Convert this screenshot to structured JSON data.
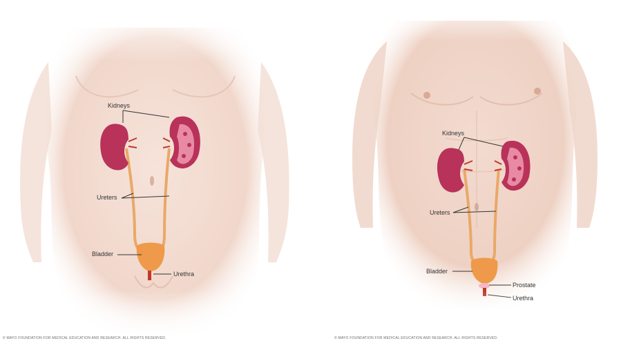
{
  "female": {
    "labels": {
      "kidneys": "Kidneys",
      "ureters": "Ureters",
      "bladder": "Bladder",
      "urethra": "Urethra"
    },
    "credit": "© MAYO FOUNDATION FOR MEDICAL EDUCATION AND RESEARCH. ALL RIGHTS RESERVED."
  },
  "male": {
    "labels": {
      "kidneys": "Kidneys",
      "ureters": "Ureters",
      "bladder": "Bladder",
      "prostate": "Prostate",
      "urethra": "Urethra"
    },
    "credit": "© MAYO FOUNDATION FOR MEDICAL EDUCATION AND RESEARCH. ALL RIGHTS RESERVED."
  },
  "colors": {
    "skin": "#f3ddd3",
    "skin_shadow": "#e8c7b8",
    "kidney": "#b8325a",
    "kidney_inner": "#e88aa4",
    "ureter": "#e9a868",
    "bladder": "#ee9a4a",
    "urethra": "#c0392b",
    "prostate": "#f2b8c8"
  }
}
